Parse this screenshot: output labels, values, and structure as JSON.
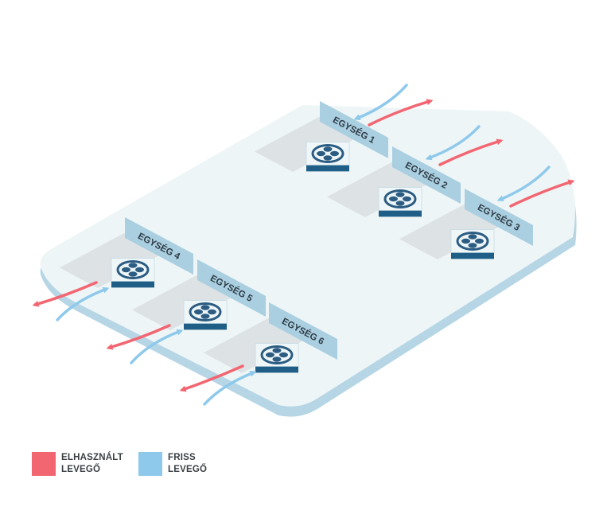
{
  "units": [
    {
      "label": "EGYSÉG 1"
    },
    {
      "label": "EGYSÉG 2"
    },
    {
      "label": "EGYSÉG 3"
    },
    {
      "label": "EGYSÉG 4"
    },
    {
      "label": "EGYSÉG 5"
    },
    {
      "label": "EGYSÉG 6"
    }
  ],
  "legend": {
    "exhaust": {
      "line1": "ELHASZNÁLT",
      "line2": "LEVEGŐ",
      "color": "#f26672"
    },
    "fresh": {
      "line1": "FRISS",
      "line2": "LEVEGŐ",
      "color": "#8ec9ec"
    }
  },
  "colors": {
    "floor_top": "#eef5f6",
    "floor_edge": "#b6d6e6",
    "plate": "#dde2e5",
    "label_bg": "#a9cfe1",
    "unit_top": "#eef6f8",
    "unit_side": "#1f5f87",
    "fan": "#2c5c82",
    "exhaust": "#f26672",
    "fresh": "#8ec9ec"
  },
  "icons": {
    "unit": "fan-icon",
    "arrow_out": "arrow-out-icon",
    "arrow_in": "arrow-in-icon"
  }
}
